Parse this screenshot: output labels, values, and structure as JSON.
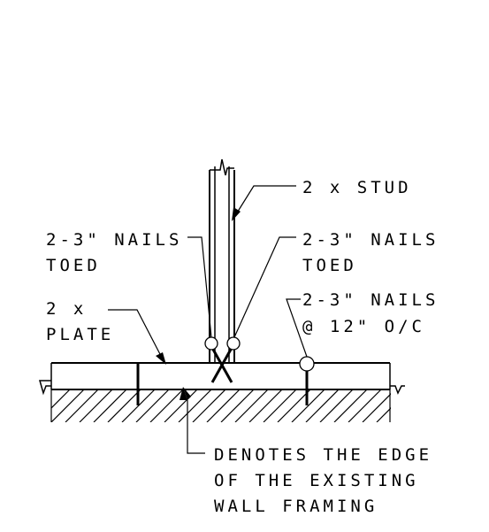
{
  "diagram": {
    "labels": {
      "stud": "2 x STUD",
      "nails_toed_left_1": "2-3\" NAILS",
      "nails_toed_left_2": "TOED",
      "nails_toed_right_1": "2-3\" NAILS",
      "nails_toed_right_2": "TOED",
      "plate_1": "2 x",
      "plate_2": "PLATE",
      "nails_spacing_1": "2-3\" NAILS",
      "nails_spacing_2": "@ 12\" O/C",
      "edge_1": "DENOTES THE EDGE",
      "edge_2": "OF THE EXISTING",
      "edge_3": "WALL FRAMING"
    },
    "colors": {
      "line": "#000000",
      "background": "#ffffff"
    }
  }
}
